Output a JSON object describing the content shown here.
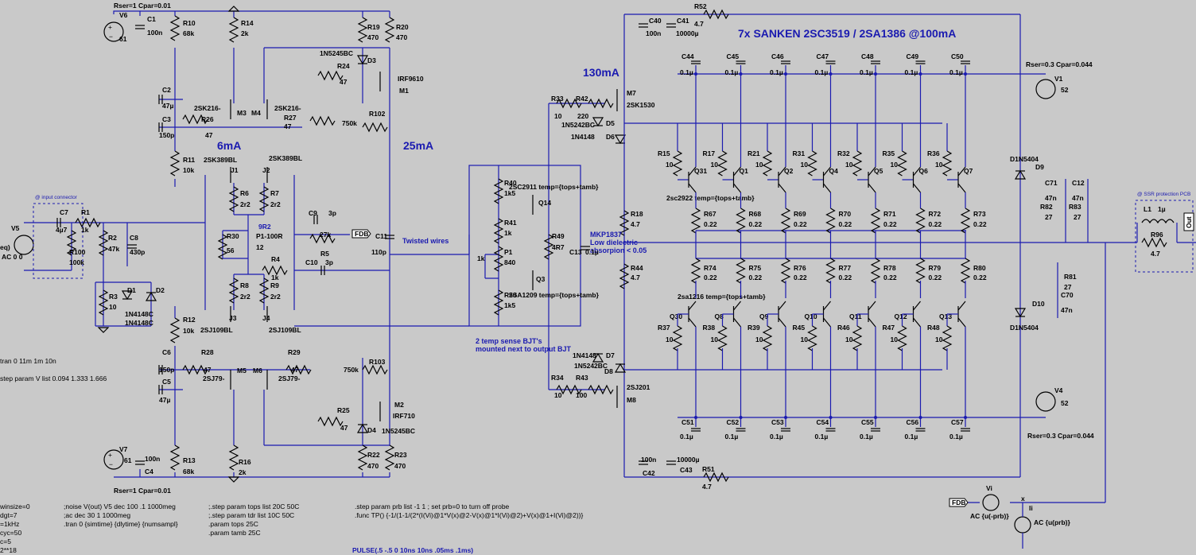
{
  "title_outputs": "7x SANKEN 2SC3519 / 2SA1386 @100mA",
  "currents": {
    "c1": "130mA",
    "c2": "6mA",
    "c3": "25mA"
  },
  "notes": {
    "twisted": "Twisted wires",
    "mkp1": "MKP1837",
    "mkp2": "Low dielectric",
    "mkp3": "absorpion < 0.05",
    "temp1": "2 temp sense BJT's",
    "temp2": "mounted next to output BJT",
    "input_conn": "@ input connector",
    "ssr": "@ SSR protection PCB",
    "pulse": "PULSE(.5 -.5 0 10ns 10ns .05ms .1ms)"
  },
  "sources": {
    "v6": {
      "name": "V6",
      "value": "61",
      "param": "Rser=1 Cpar=0.01"
    },
    "v7": {
      "name": "V7",
      "value": "61",
      "param": "Rser=1 Cpar=0.01"
    },
    "v1": {
      "name": "V1",
      "value": "52",
      "param": "Rser=0.3 Cpar=0.044"
    },
    "v4": {
      "name": "V4",
      "value": "52",
      "param": "Rser=0.3 Cpar=0.044"
    },
    "v5": {
      "name": "V5",
      "value": "AC 0 0",
      "value2": "eq)"
    },
    "vi": {
      "name": "Vi",
      "value": "AC {u(-prb)}"
    },
    "ii": {
      "name": "Ii",
      "value": "AC {u(prb)}"
    }
  },
  "labels": {
    "fdb": "FDB",
    "out": "Out",
    "x": "x",
    "c1": "C1",
    "c1v": "100n",
    "r10": "R10",
    "r10v": "68k",
    "r14": "R14",
    "r14v": "2k",
    "r19": "R19",
    "r19v": "470",
    "r20": "R20",
    "r20v": "470",
    "d3t": "1N5245BC",
    "d3": "D3",
    "r24": "R24",
    "r24v": "47",
    "m1t": "IRF9610",
    "m1": "M1",
    "r102": "R102",
    "r102v": "750k",
    "c2": "C2",
    "c2v": "47µ",
    "c3": "C3",
    "c3v": "150p",
    "m3t": "2SK216-",
    "m3": "M3",
    "m4": "M4",
    "m4t": "2SK216-",
    "r26": "R26",
    "r26v": "47",
    "r27": "R27",
    "r27v": "47",
    "r11": "R11",
    "r11v": "10k",
    "j1t": "2SK389BL",
    "j1": "J1",
    "j2t": "2SK389BL",
    "j2": "J2",
    "r6": "R6",
    "r6v": "2r2",
    "r7": "R7",
    "r7v": "2r2",
    "p1r": "9R2",
    "r30": "R30",
    "r30v": "56",
    "p1t": "P1-100R",
    "p1v": "12",
    "c9": "C9",
    "c9v": "3p",
    "r5": "R5",
    "r5v": "27k",
    "c11": "C11",
    "c11v": "110p",
    "r4": "R4",
    "r4v": "1k",
    "c10": "C10",
    "c10v": "3p",
    "r8": "R8",
    "r8v": "2r2",
    "r9": "R9",
    "r9v": "2r2",
    "j3": "J3",
    "j3t": "2SJ109BL",
    "j4": "J4",
    "j4t": "2SJ109BL",
    "r12": "R12",
    "r12v": "10k",
    "c6": "C6",
    "c6v": "150p",
    "c5": "C5",
    "c5v": "47µ",
    "r28": "R28",
    "r28v": "47",
    "r29": "R29",
    "r29v": "47",
    "m5": "M5",
    "m5t": "2SJ79-",
    "m6": "M6",
    "m6t": "2SJ79-",
    "r103": "R103",
    "r103v": "750k",
    "m2": "M2",
    "m2t": "IRF710",
    "r25": "R25",
    "r25v": "47",
    "d4": "D4",
    "d4t": "1N5245BC",
    "r22": "R22",
    "r22v": "470",
    "r23": "R23",
    "r23v": "470",
    "c4": "C4",
    "c4v": "100n",
    "r13": "R13",
    "r13v": "68k",
    "r16": "R16",
    "r16v": "2k",
    "c7": "C7",
    "c7v": "4µ7",
    "r1": "R1",
    "r1v": "1k",
    "r2": "R2",
    "r2v": "47k",
    "c8": "C8",
    "c8v": "430p",
    "r100": "R100",
    "r100v": "100k",
    "r3": "R3",
    "r3v": "10",
    "d1": "D1",
    "d1t": "1N4148C",
    "d2": "D2",
    "d2t": "1N4148C",
    "r40": "R40",
    "r40v": "1k5",
    "r41": "R41",
    "r41v": "1k",
    "p1": "P1",
    "p1v2": "840",
    "p1k": "1k",
    "r50": "R50",
    "r50v": "1k5",
    "q14t": "2SC2911 temp={tops+tamb}",
    "q14": "Q14",
    "r49": "R49",
    "r49v": "4R7",
    "q3": "Q3",
    "q3t": "2SA1209 temp={tops+tamb}",
    "c13": "C13",
    "c13v": "0.1µ",
    "r33": "R33",
    "r33v": "10",
    "r42": "R42",
    "r42v": "220",
    "d5t": "1N5242BC",
    "d5": "D5",
    "d6t": "1N4148",
    "d6": "D6",
    "m7": "M7",
    "m7t": "2SK1530",
    "r18": "R18",
    "r18v": "4.7",
    "r44": "R44",
    "r44v": "4.7",
    "d7t": "1N4148",
    "d7": "D7",
    "d8t": "1N5242BC",
    "d8": "D8",
    "r34": "R34",
    "r34v": "10",
    "r43": "R43",
    "r43v": "100",
    "m8": "M8",
    "m8t": "2SJ201",
    "c40": "C40",
    "c40v": "100n",
    "c41": "C41",
    "c41v": "10000µ",
    "r52": "R52",
    "r52v": "4.7",
    "c42": "C42",
    "c42v": "100n",
    "c43": "C43",
    "c43v": "10000µ",
    "r51": "R51",
    "r51v": "4.7",
    "d9t": "D1N5404",
    "d9": "D9",
    "d10": "D10",
    "d10t": "D1N5404",
    "c71": "C71",
    "c71v": "47n",
    "c12": "C12",
    "c12v": "47n",
    "r82": "R82",
    "r82v": "27",
    "r83": "R83",
    "r83v": "27",
    "r81": "R81",
    "r81v": "27",
    "c70": "C70",
    "c70v": "47n",
    "l1": "L1",
    "l1v": "1µ",
    "r96": "R96",
    "r96v": "4.7",
    "npn_temp": "2sc2922 temp={tops+tamb}",
    "pnp_temp": "2sa1216 temp={tops+tamb}",
    "q_temp_short": "2sc2922 temp={tops+tamb}"
  },
  "npn": [
    {
      "c": "C44",
      "r": "R15",
      "q": "Q31",
      "re": "R67"
    },
    {
      "c": "C45",
      "r": "R17",
      "q": "Q1",
      "re": "R68"
    },
    {
      "c": "C46",
      "r": "R21",
      "q": "Q2",
      "re": "R69"
    },
    {
      "c": "C47",
      "r": "R31",
      "q": "Q4",
      "re": "R70"
    },
    {
      "c": "C48",
      "r": "R32",
      "q": "Q5",
      "re": "R71"
    },
    {
      "c": "C49",
      "r": "R35",
      "q": "Q6",
      "re": "R72"
    },
    {
      "c": "C50",
      "r": "R36",
      "q": "Q7",
      "re": "R73"
    }
  ],
  "pnp": [
    {
      "re": "R74",
      "r": "R37",
      "q": "Q30",
      "c": "C51"
    },
    {
      "re": "R75",
      "r": "R38",
      "q": "Q8",
      "c": "C52"
    },
    {
      "re": "R76",
      "r": "R39",
      "q": "Q9",
      "c": "C53"
    },
    {
      "re": "R77",
      "r": "R45",
      "q": "Q10",
      "c": "C54"
    },
    {
      "re": "R78",
      "r": "R46",
      "q": "Q11",
      "c": "C55"
    },
    {
      "re": "R79",
      "r": "R47",
      "q": "Q12",
      "c": "C56"
    },
    {
      "re": "R80",
      "r": "R48",
      "q": "Q13",
      "c": "C57"
    }
  ],
  "common_vals": {
    "cap": "0.1µ",
    "rb": "10",
    "re": "0.22"
  },
  "directives": {
    "d_tran": "tran 0 11m 1m 10n",
    "d_step": "step param V list 0.094 1.333 1.666",
    "d1": "winsize=0",
    "d2": "dgt=7",
    "d3": "=1kHz",
    "d4": "cyc=50",
    "d5": "c=5",
    "d6": "2**18",
    "noise": ";noise V(out) V5 dec 100 .1 1000meg",
    "ac": ";ac dec 30 1 1000meg",
    "tran2": ".tran 0 {simtime} {dlytime} {numsampl}",
    "s1": ";.step param tops list 20C 50C",
    "s2": ";.step param tdr list 10C 50C",
    "s3": ".param tops 25C",
    "s4": ".param tamb 25C",
    "prb": ".step param prb list -1 1 ; set prb=0 to turn off probe",
    "func": ".func TP() {-1/(1-1/(2*(I(Vi)@1*V(x)@2-V(x)@1*I(Vi)@2)+V(x)@1+I(Vi)@2))}"
  }
}
